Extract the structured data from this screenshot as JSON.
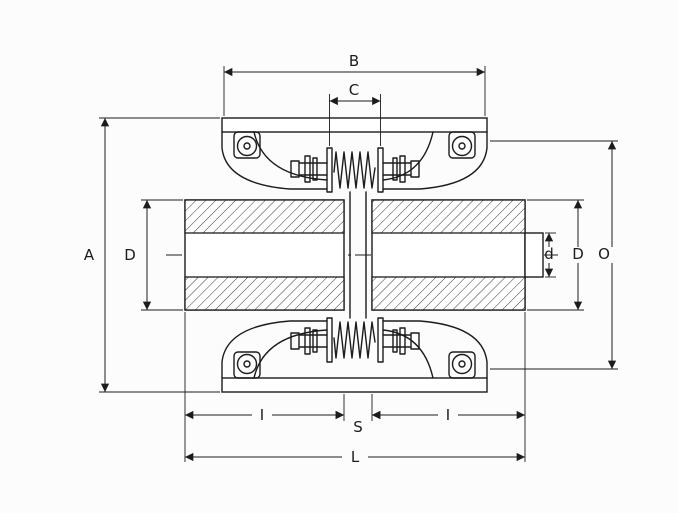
{
  "colors": {
    "ink": "#1c1c1c",
    "background": "#fcfcfc"
  },
  "drawing": {
    "labels": {
      "B": "B",
      "C": "C",
      "A": "A",
      "D_left": "D",
      "d_bore": "d",
      "D_right": "D",
      "O": "O",
      "I_left": "I",
      "S": "S",
      "I_right": "I",
      "L": "L"
    }
  }
}
